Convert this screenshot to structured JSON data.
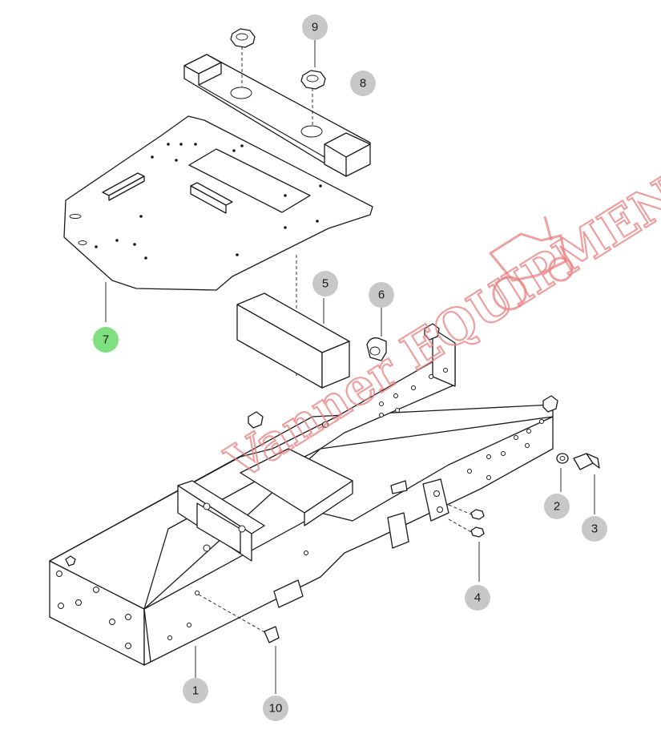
{
  "diagram": {
    "callouts": [
      {
        "label": "1",
        "highlighted": false
      },
      {
        "label": "2",
        "highlighted": false
      },
      {
        "label": "3",
        "highlighted": false
      },
      {
        "label": "4",
        "highlighted": false
      },
      {
        "label": "5",
        "highlighted": false
      },
      {
        "label": "6",
        "highlighted": false
      },
      {
        "label": "7",
        "highlighted": true
      },
      {
        "label": "8",
        "highlighted": false
      },
      {
        "label": "9",
        "highlighted": false
      },
      {
        "label": "10",
        "highlighted": false
      }
    ]
  },
  "watermark": {
    "text": "Vanner EQUIPMENT",
    "icon": "tractor-icon"
  },
  "colors": {
    "callout_fill": "#c8c8c8",
    "callout_highlight": "#7ee07e",
    "line": "#1a1a1a",
    "watermark": "#e88080"
  }
}
